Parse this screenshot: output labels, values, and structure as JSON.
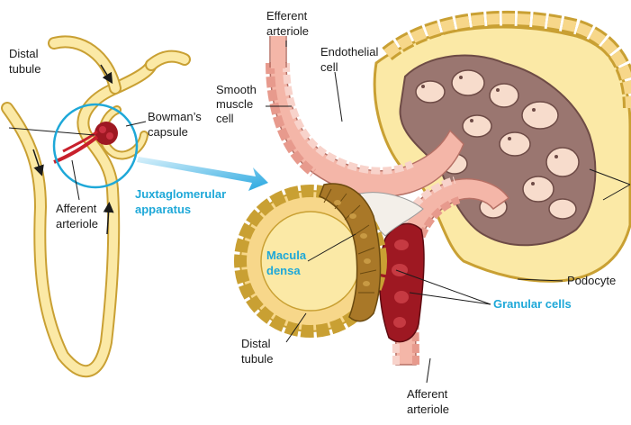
{
  "overview": {
    "distal_tubule": [
      "Distal",
      "tubule"
    ],
    "bowmans_capsule": [
      "Bowman’s",
      "capsule"
    ],
    "afferent_arteriole": [
      "Afferent",
      "arteriole"
    ],
    "jga": [
      "Juxtaglomerular",
      "apparatus"
    ]
  },
  "detail": {
    "efferent_arteriole": [
      "Efferent",
      "arteriole"
    ],
    "endothelial_cell": [
      "Endothelial",
      "cell"
    ],
    "smooth_muscle_cell": [
      "Smooth",
      "muscle",
      "cell"
    ],
    "macula_densa": [
      "Macula",
      "densa"
    ],
    "distal_tubule": [
      "Distal",
      "tubule"
    ],
    "podocyte": "Podocyte",
    "granular_cells": "Granular cells",
    "afferent_arteriole": [
      "Afferent",
      "arteriole"
    ]
  },
  "colors": {
    "tubule_fill": "#fbe9a6",
    "tubule_outline": "#c9a033",
    "arteriole_fill": "#f4b6a8",
    "capillary": "#9a7670",
    "granular": "#9e1822",
    "macula": "#a97828",
    "accent_blue": "#1ea8d8"
  }
}
